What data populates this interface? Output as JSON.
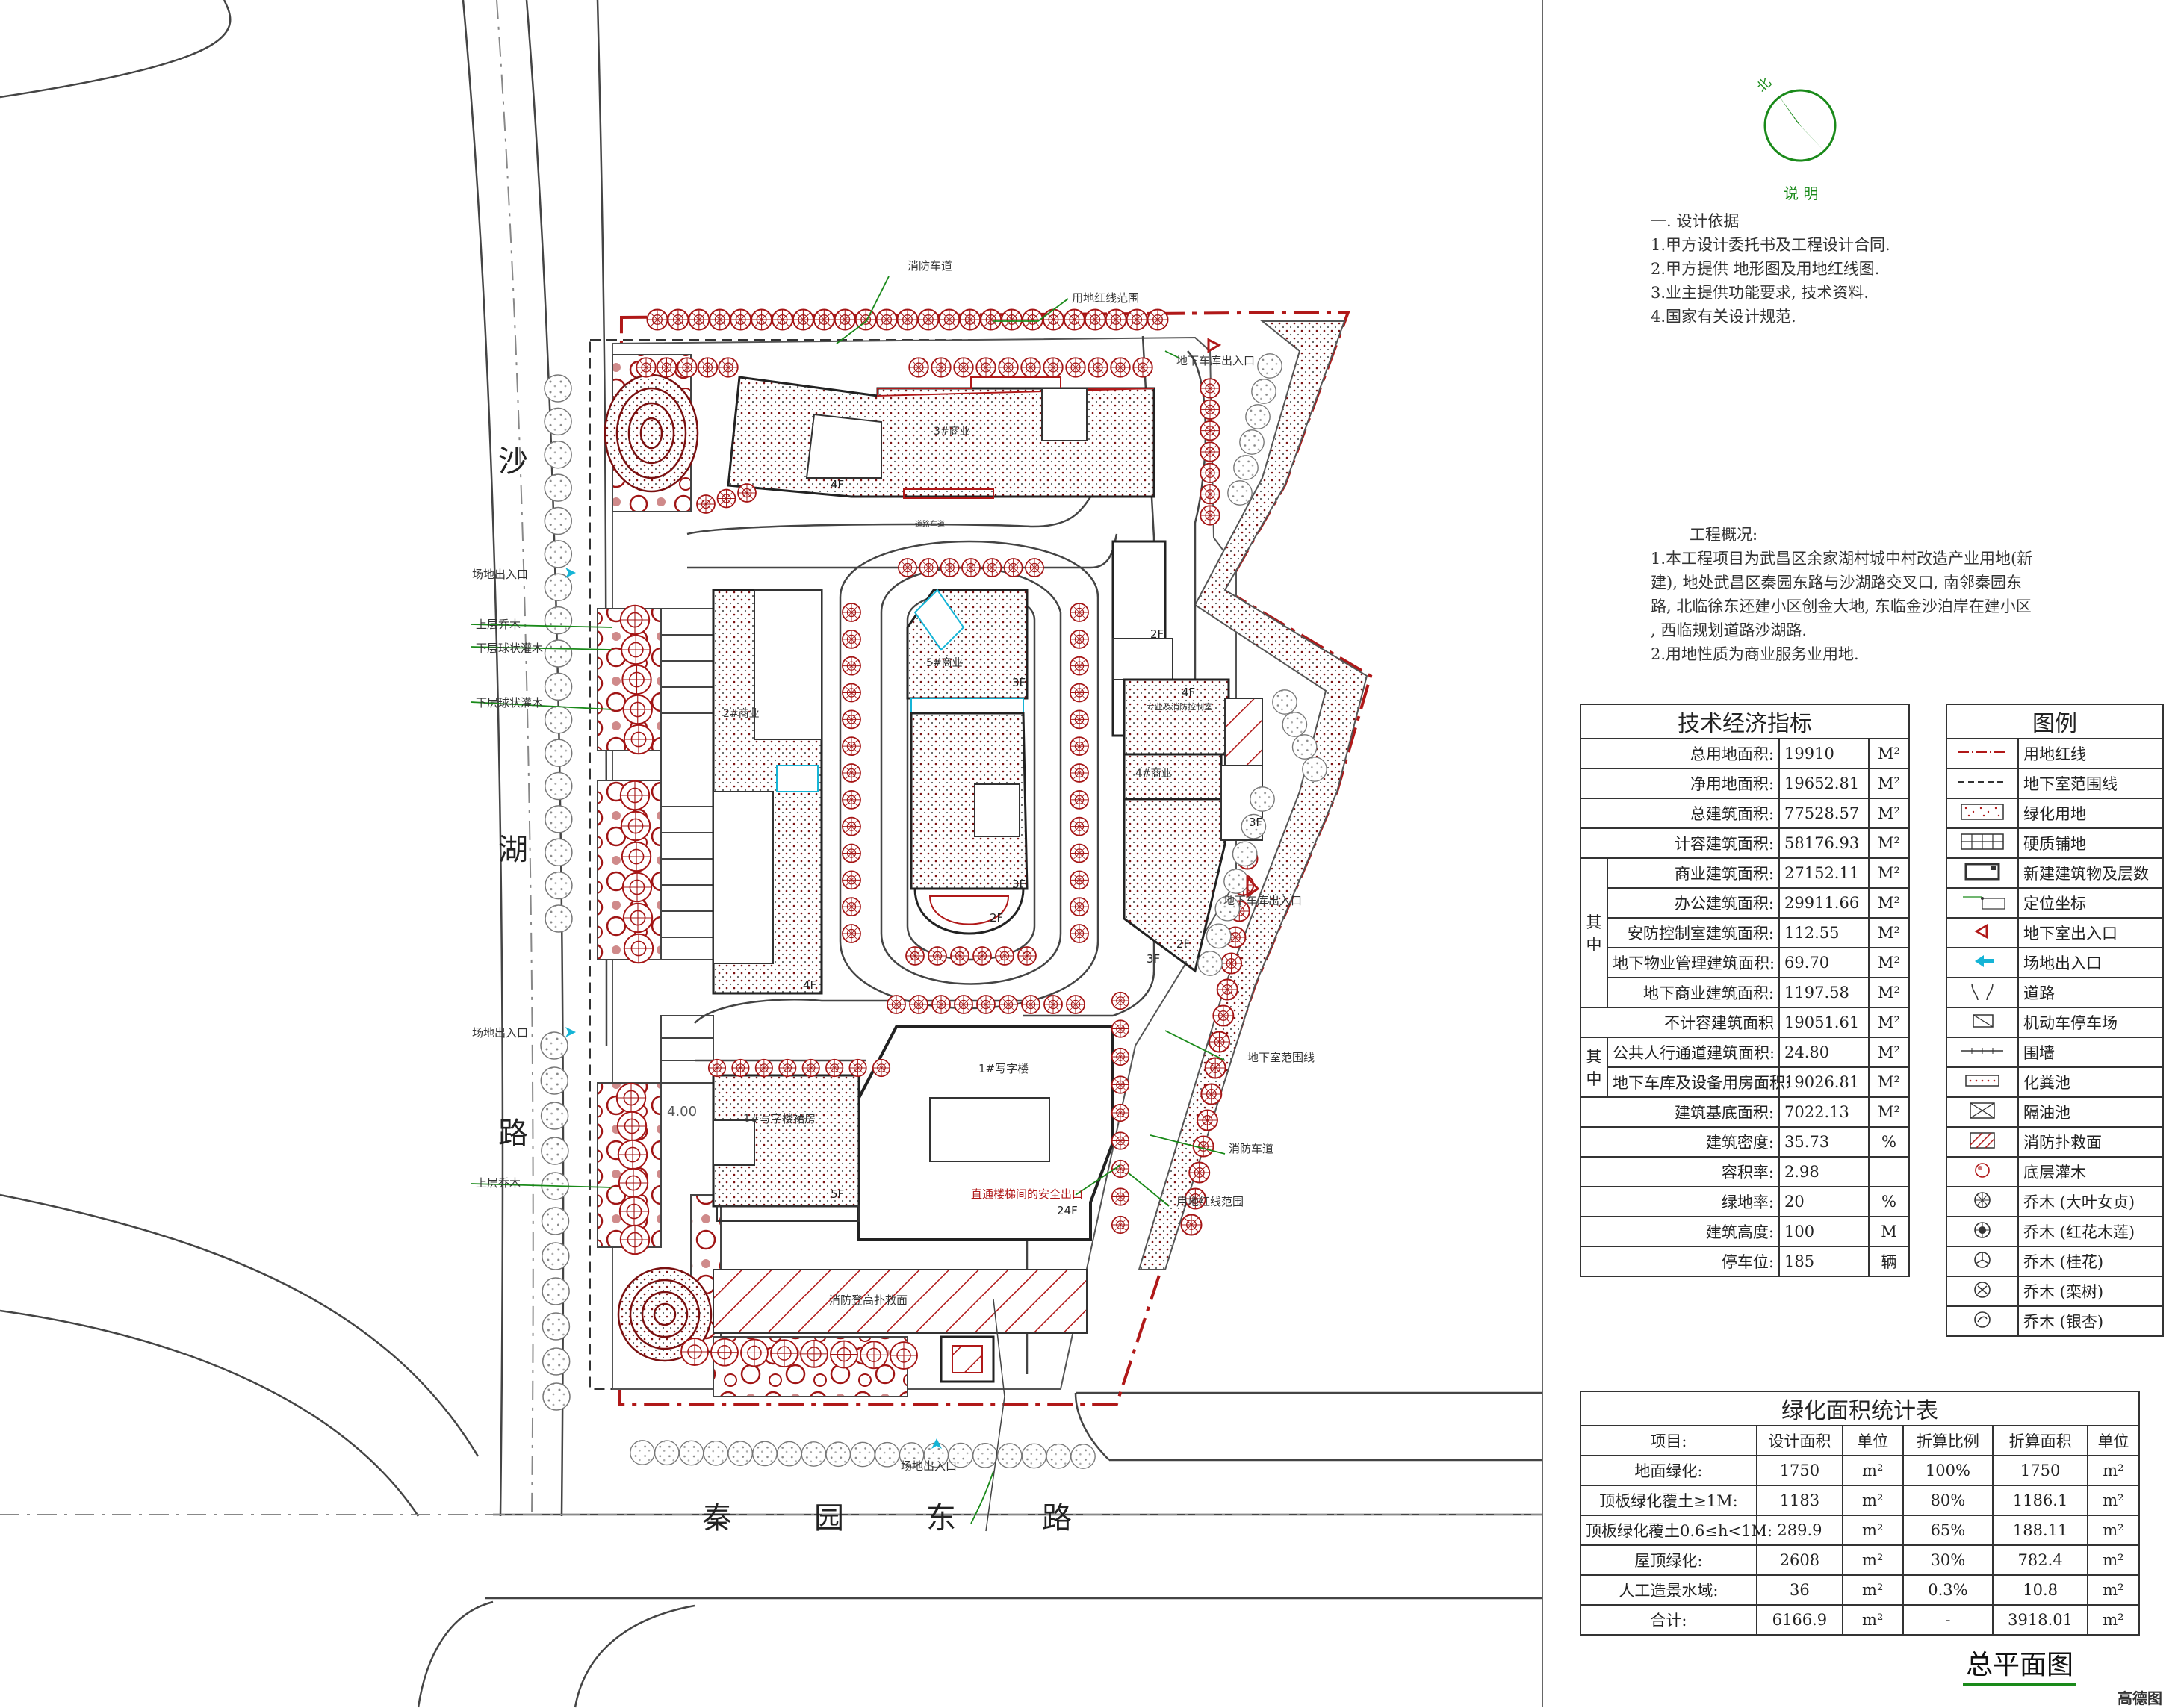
{
  "roads": {
    "west_road": [
      "沙",
      "湖",
      "路"
    ],
    "south_road": [
      "秦",
      "园",
      "东",
      "路"
    ]
  },
  "plan_labels": {
    "fire_lane_north": "消防车道",
    "red_line_north": "用地红线范围",
    "garage_exit_north": "地下车库出入口",
    "bldg3": "3#商业",
    "bldg2": "2#商业",
    "bldg5": "5#商业",
    "bldg4": "4#商业",
    "bldg4_sub": "专业及消防控制室",
    "bldg1": "1#写字楼",
    "bldg1_podium": "1#写字楼裙房",
    "garage_exit_east": "地下车库出入口",
    "basement_line": "地下室范围线",
    "fire_lane_east": "消防车道",
    "red_line_east": "用地红线范围",
    "safety_exit": "直通楼梯间的安全出口",
    "fire_rescue": "消防登高扑救面",
    "site_entry_1": "场地出入口",
    "site_entry_2": "场地出入口",
    "site_entry_south": "场地出入口",
    "tree_upper_1": "上层乔木",
    "shrub_1": "下层球状灌木",
    "shrub_2": "下层球状灌木",
    "tree_upper_2": "上层乔木",
    "floors": [
      "4F",
      "3F",
      "2F",
      "4F",
      "3F",
      "2F",
      "3F",
      "4F",
      "3F",
      "2F",
      "5F",
      "24F"
    ],
    "elev": "4.00",
    "road_small": "道路车道"
  },
  "compass": {
    "north": "北",
    "caption": "说 明"
  },
  "design_basis": {
    "heading": "一. 设计依据",
    "items": [
      "1.甲方设计委托书及工程设计合同.",
      "2.甲方提供        地形图及用地红线图.",
      "3.业主提供功能要求, 技术资料.",
      "4.国家有关设计规范."
    ]
  },
  "overview": {
    "heading": "工程概况:",
    "lines": [
      "1.本工程项目为武昌区余家湖村城中村改造产业用地(新",
      "  建), 地处武昌区秦园东路与沙湖路交叉口, 南邻秦园东",
      "  路, 北临徐东还建小区创金大地, 东临金沙泊岸在建小区",
      "  , 西临规划道路沙湖路.",
      "2.用地性质为商业服务业用地."
    ]
  },
  "indicators": {
    "title": "技术经济指标",
    "group1_label": "其中",
    "group2_label": "其中",
    "rows": [
      {
        "name": "总用地面积:",
        "value": "19910",
        "unit": "M²"
      },
      {
        "name": "净用地面积:",
        "value": "19652.81",
        "unit": "M²"
      },
      {
        "name": "总建筑面积:",
        "value": "77528.57",
        "unit": "M²"
      },
      {
        "name": "计容建筑面积:",
        "value": "58176.93",
        "unit": "M²"
      },
      {
        "name": "商业建筑面积:",
        "value": "27152.11",
        "unit": "M²"
      },
      {
        "name": "办公建筑面积:",
        "value": "29911.66",
        "unit": "M²"
      },
      {
        "name": "安防控制室建筑面积:",
        "value": "112.55",
        "unit": "M²"
      },
      {
        "name": "地下物业管理建筑面积:",
        "value": "69.70",
        "unit": "M²"
      },
      {
        "name": "地下商业建筑面积:",
        "value": "1197.58",
        "unit": "M²"
      },
      {
        "name": "不计容建筑面积",
        "value": "19051.61",
        "unit": "M²"
      },
      {
        "name": "公共人行通道建筑面积:",
        "value": "24.80",
        "unit": "M²"
      },
      {
        "name": "地下车库及设备用房面积:",
        "value": "19026.81",
        "unit": "M²"
      },
      {
        "name": "建筑基底面积:",
        "value": "7022.13",
        "unit": "M²"
      },
      {
        "name": "建筑密度:",
        "value": "35.73",
        "unit": "%"
      },
      {
        "name": "容积率:",
        "value": "2.98",
        "unit": ""
      },
      {
        "name": "绿地率:",
        "value": "20",
        "unit": "%"
      },
      {
        "name": "建筑高度:",
        "value": "100",
        "unit": "M"
      },
      {
        "name": "停车位:",
        "value": "185",
        "unit": "辆"
      }
    ]
  },
  "legend": {
    "title": "图例",
    "items": [
      {
        "symbol": "line-dash-dot",
        "label": "用地红线"
      },
      {
        "symbol": "line-dash",
        "label": "地下室范围线"
      },
      {
        "symbol": "dots",
        "label": "绿化用地"
      },
      {
        "symbol": "grid",
        "label": "硬质铺地"
      },
      {
        "symbol": "building",
        "label": "新建建筑物及层数"
      },
      {
        "symbol": "coord",
        "label": "定位坐标"
      },
      {
        "symbol": "red-triangle",
        "label": "地下室出入口"
      },
      {
        "symbol": "cyan-arrow",
        "label": "场地出入口"
      },
      {
        "symbol": "road",
        "label": "道路"
      },
      {
        "symbol": "parking",
        "label": "机动车停车场"
      },
      {
        "symbol": "fence",
        "label": "围墙"
      },
      {
        "symbol": "septic",
        "label": "化粪池"
      },
      {
        "symbol": "oil",
        "label": "隔油池"
      },
      {
        "symbol": "hatch",
        "label": "消防扑救面"
      },
      {
        "symbol": "shrub",
        "label": "底层灌木"
      },
      {
        "symbol": "tree1",
        "label": "乔木 (大叶女贞)"
      },
      {
        "symbol": "tree2",
        "label": "乔木 (红花木莲)"
      },
      {
        "symbol": "tree3",
        "label": "乔木 (桂花)"
      },
      {
        "symbol": "tree4",
        "label": "乔木 (栾树)"
      },
      {
        "symbol": "tree5",
        "label": "乔木 (银杏)"
      }
    ]
  },
  "greening": {
    "title": "绿化面积统计表",
    "headers": [
      "项目:",
      "设计面积",
      "单位",
      "折算比例",
      "折算面积",
      "单位"
    ],
    "rows": [
      [
        "地面绿化:",
        "1750",
        "m²",
        "100%",
        "1750",
        "m²"
      ],
      [
        "顶板绿化覆土≥1M:",
        "1183",
        "m²",
        "80%",
        "1186.1",
        "m²"
      ],
      [
        "顶板绿化覆土0.6≤h<1M:",
        "289.9",
        "m²",
        "65%",
        "188.11",
        "m²"
      ],
      [
        "屋顶绿化:",
        "2608",
        "m²",
        "30%",
        "782.4",
        "m²"
      ],
      [
        "人工造景水域:",
        "36",
        "m²",
        "0.3%",
        "10.8",
        "m²"
      ],
      [
        "合计:",
        "6166.9",
        "m²",
        "-",
        "3918.01",
        "m²"
      ]
    ]
  },
  "drawing_title": "总平面图",
  "watermark": "高德图",
  "colors": {
    "red": "#b01818",
    "dark": "#333333",
    "green": "#1a8a1a",
    "cyan": "#15b4d6"
  }
}
